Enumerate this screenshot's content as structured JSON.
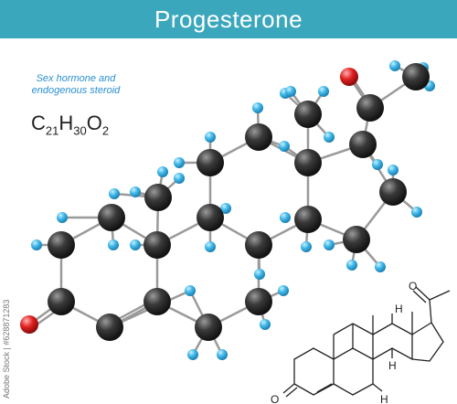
{
  "header": {
    "title": "Progesterone"
  },
  "subtitle": "Sex hormone and endogenous steroid",
  "formula": {
    "c": "C",
    "c_n": "21",
    "h": "H",
    "h_n": "30",
    "o": "O",
    "o_n": "2"
  },
  "skeletal": {
    "oxygen_label": "O",
    "h_label": "H"
  },
  "watermark": "Adobe Stock | #628871283",
  "colors": {
    "header": "#3aa7bd",
    "carbon": "#3a3a3a",
    "hydrogen": "#3fb7e8",
    "oxygen": "#e02020",
    "bond": "#9a9a9a"
  }
}
